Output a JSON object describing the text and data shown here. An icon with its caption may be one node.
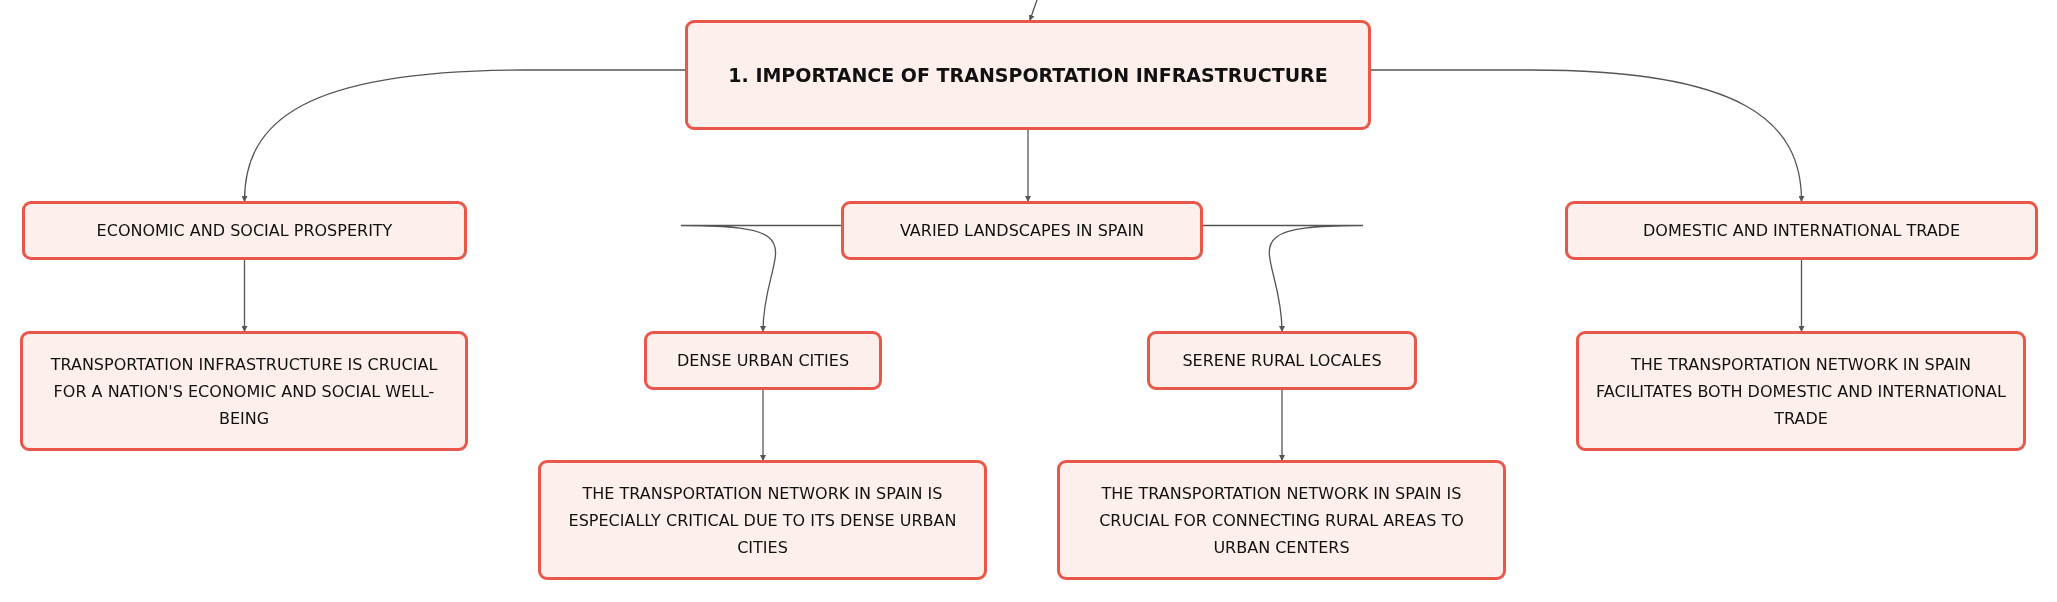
{
  "diagram": {
    "nodes": [
      {
        "text": [
          "1. IMPORTANCE OF TRANSPORTATION INFRASTRUCTURE"
        ]
      },
      {
        "text": [
          "ECONOMIC AND SOCIAL PROSPERITY"
        ]
      },
      {
        "text": [
          "VARIED LANDSCAPES IN SPAIN"
        ]
      },
      {
        "text": [
          "DOMESTIC AND INTERNATIONAL TRADE"
        ]
      },
      {
        "text": [
          "TRANSPORTATION INFRASTRUCTURE IS CRUCIAL FOR A NATION'S ECONOMIC AND SOCIAL WELL-BEING"
        ]
      },
      {
        "text": [
          "DENSE URBAN CITIES"
        ]
      },
      {
        "text": [
          "SERENE RURAL LOCALES"
        ]
      },
      {
        "text": [
          "THE TRANSPORTATION NETWORK IN SPAIN FACILITATES BOTH DOMESTIC AND INTERNATIONAL TRADE"
        ]
      },
      {
        "text": [
          "THE TRANSPORTATION NETWORK IN SPAIN IS ESPECIALLY CRITICAL DUE TO ITS DENSE URBAN CITIES"
        ]
      },
      {
        "text": [
          "THE TRANSPORTATION NETWORK IN SPAIN IS CRUCIAL FOR CONNECTING RURAL AREAS TO URBAN CENTERS"
        ]
      }
    ],
    "edges": [
      {
        "from": null,
        "to": 0,
        "arrow": "to"
      },
      {
        "from": 0,
        "to": 1,
        "arrow": "to"
      },
      {
        "from": 0,
        "to": 2,
        "arrow": "to"
      },
      {
        "from": 0,
        "to": 3,
        "arrow": "to"
      },
      {
        "from": 1,
        "to": 4,
        "arrow": "to"
      },
      {
        "from": 2,
        "to": 5,
        "arrow": "to"
      },
      {
        "from": 2,
        "to": 6,
        "arrow": "to"
      },
      {
        "from": 3,
        "to": 7,
        "arrow": "to"
      },
      {
        "from": 5,
        "to": 8,
        "arrow": "to"
      },
      {
        "from": 6,
        "to": 9,
        "arrow": "to"
      }
    ]
  }
}
